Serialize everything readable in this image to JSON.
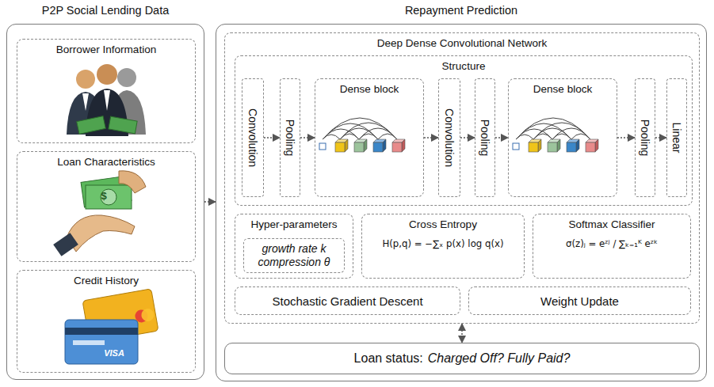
{
  "diagram": {
    "nodes": [
      {
        "text": [
          "P2P Social Lending Data"
        ]
      },
      {
        "text": [
          "Borrower Information"
        ],
        "in": 0
      },
      {
        "text": [
          "Loan Characteristics"
        ],
        "in": 0
      },
      {
        "text": [
          "Credit History"
        ],
        "in": 0
      },
      {
        "text": [
          "Repayment Prediction"
        ]
      },
      {
        "text": [
          "Deep Dense Convolutional Network"
        ],
        "in": 4
      },
      {
        "text": [
          "Structure"
        ],
        "in": 5
      },
      {
        "text": [
          "Convolution"
        ],
        "in": 6
      },
      {
        "text": [
          "Pooling"
        ],
        "in": 6
      },
      {
        "text": [
          "Dense block"
        ],
        "in": 6
      },
      {
        "text": [
          "Convolution"
        ],
        "in": 6
      },
      {
        "text": [
          "Pooling"
        ],
        "in": 6
      },
      {
        "text": [
          "Dense block"
        ],
        "in": 6
      },
      {
        "text": [
          "Pooling"
        ],
        "in": 6
      },
      {
        "text": [
          "Linear"
        ],
        "in": 6
      },
      {
        "text": [
          "Hyper-parameters"
        ],
        "in": 5
      },
      {
        "text": [
          "growth rate k compression θ"
        ],
        "in": 15
      },
      {
        "text": [
          "Cross Entropy",
          "H(p,q) = −∑ₓ p(x) log q(x)"
        ],
        "in": 5
      },
      {
        "text": [
          "Softmax Classifier",
          "σ(z)ⱼ = eᶻʲ / ∑ₖ₌₁ᴷ eᶻᵏ"
        ],
        "in": 5
      },
      {
        "text": [
          "Stochastic Gradient Descent"
        ],
        "in": 5
      },
      {
        "text": [
          "Weight Update"
        ],
        "in": 5
      },
      {
        "text": [
          "Loan status:",
          "Charged Off? Fully Paid?"
        ],
        "in": 4
      }
    ],
    "edges": [
      {
        "from": 0,
        "to": 4,
        "arrow": "to"
      },
      {
        "from": 7,
        "to": 8,
        "arrow": "to"
      },
      {
        "from": 8,
        "to": 9,
        "arrow": "to"
      },
      {
        "from": 9,
        "to": 10,
        "arrow": "to"
      },
      {
        "from": 10,
        "to": 11,
        "arrow": "to"
      },
      {
        "from": 11,
        "to": 12,
        "arrow": "to"
      },
      {
        "from": 12,
        "to": 13,
        "arrow": "to"
      },
      {
        "from": 13,
        "to": 14,
        "arrow": "to"
      },
      {
        "from": 5,
        "to": 21,
        "arrow": "both"
      }
    ],
    "labels": [
      "$",
      "VISA"
    ]
  }
}
